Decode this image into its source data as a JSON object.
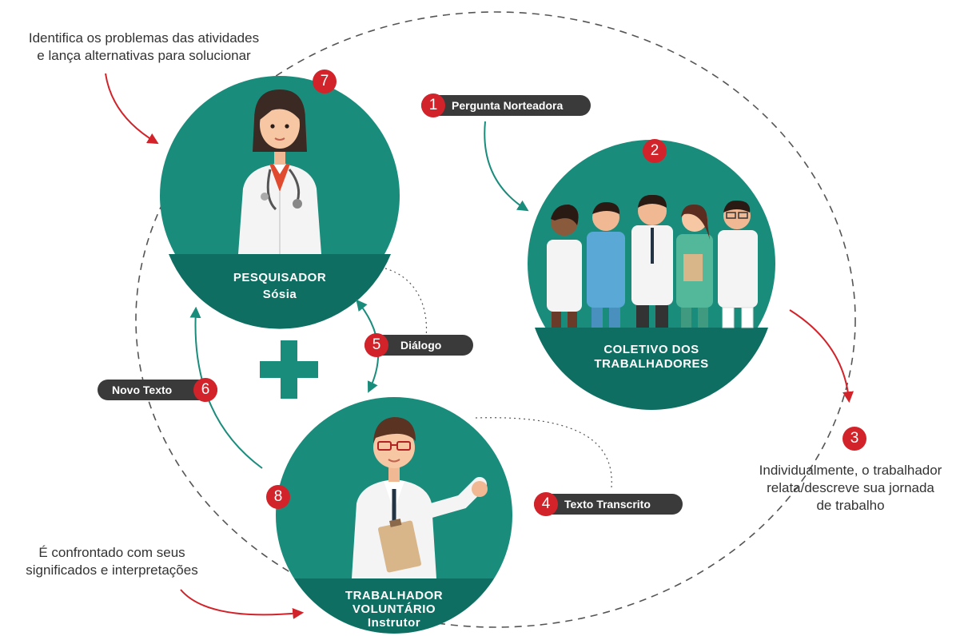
{
  "annotations": {
    "top_left": [
      "Identifica os problemas das atividades",
      "e lança alternativas para solucionar"
    ],
    "bottom_left": [
      "É confrontado com seus",
      "significados e interpretações"
    ],
    "right": [
      "Individualmente, o trabalhador",
      "relata/descreve sua jornada",
      "de trabalho"
    ]
  },
  "steps": [
    {
      "number": "1",
      "label": "Pergunta Norteadora"
    },
    {
      "number": "2",
      "label": ""
    },
    {
      "number": "3",
      "label": ""
    },
    {
      "number": "4",
      "label": "Texto Transcrito"
    },
    {
      "number": "5",
      "label": "Diálogo"
    },
    {
      "number": "6",
      "label": "Novo Texto"
    },
    {
      "number": "7",
      "label": ""
    },
    {
      "number": "8",
      "label": ""
    }
  ],
  "circles": {
    "pesquisador": {
      "line1": "PESQUISADOR",
      "line2": "Sósia"
    },
    "coletivo": {
      "line1": "COLETIVO DOS",
      "line2": "TRABALHADORES"
    },
    "trabalhador": {
      "line1": "TRABALHADOR",
      "line2": "VOLUNTÁRIO",
      "line3": "Instrutor"
    }
  },
  "colors": {
    "teal": "#1a8c7c",
    "teal_dark": "#0f6e62",
    "red": "#d2232a",
    "pill": "#3a3a3a"
  }
}
